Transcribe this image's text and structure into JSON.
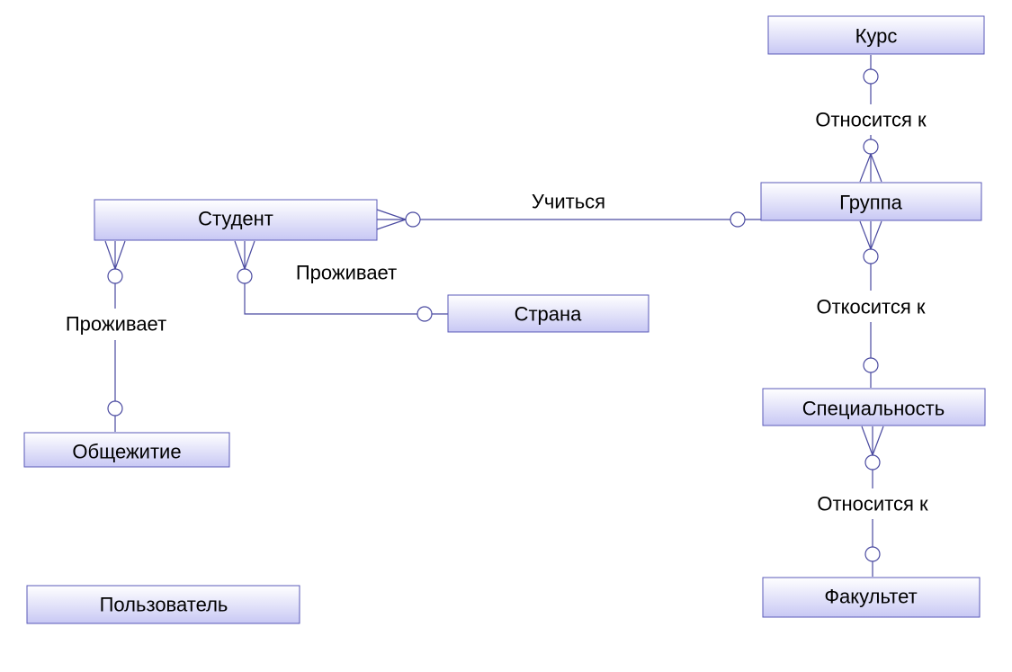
{
  "entities": {
    "kurs": "Курс",
    "gruppa": "Группа",
    "student": "Студент",
    "strana": "Страна",
    "obshchezhitie": "Общежитие",
    "specialnost": "Специальность",
    "fakultet": "Факультет",
    "polzovatel": "Пользователь"
  },
  "relationships": {
    "kurs_gruppa": "Относится к",
    "student_gruppa": "Учиться",
    "student_strana": "Проживает",
    "student_obshchezhitie": "Проживает",
    "gruppa_specialnost": "Откосится к",
    "specialnost_fakultet": "Относится к"
  },
  "colors": {
    "entity_fill_top": "#ffffff",
    "entity_fill_bottom": "#c8c8f4",
    "entity_border": "#5a5ab8",
    "connector": "#4a4aa0"
  }
}
